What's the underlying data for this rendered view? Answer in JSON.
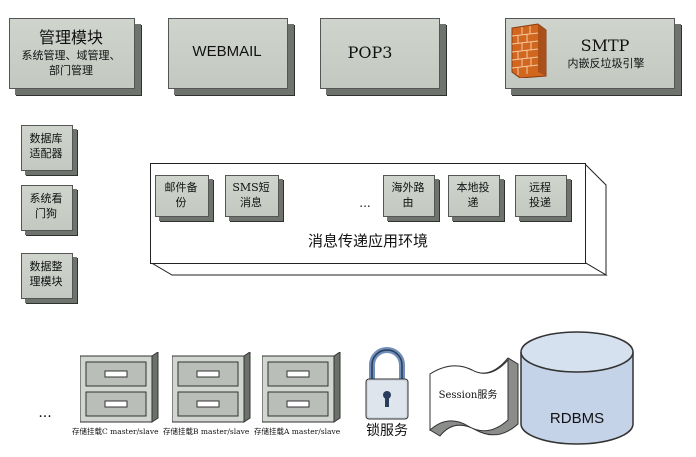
{
  "top_modules": {
    "mgmt": {
      "title": "管理模块",
      "line1": "系统管理、域管理、",
      "line2": "部门管理"
    },
    "webmail": {
      "title": "WEBMAIL"
    },
    "pop3": {
      "title": "POP3"
    },
    "smtp": {
      "title": "SMTP",
      "subtitle": "内嵌反垃圾引擎",
      "icon": "firewall-icon"
    }
  },
  "side_modules": [
    {
      "line1": "数据库",
      "line2": "适配器"
    },
    {
      "line1": "系统看",
      "line2": "门狗"
    },
    {
      "line1": "数据整",
      "line2": "理模块"
    }
  ],
  "env": {
    "title": "消息传递应用环境",
    "ellipsis": "...",
    "modules": [
      {
        "line1": "邮件备",
        "line2": "份"
      },
      {
        "line1": "SMS短",
        "line2": "消息"
      },
      {
        "line1": "海外路",
        "line2": "由"
      },
      {
        "line1": "本地投",
        "line2": "递"
      },
      {
        "line1": "远程",
        "line2": "投递"
      }
    ]
  },
  "storage": {
    "ellipsis": "...",
    "units": [
      {
        "label": "存储挂载C master/slave"
      },
      {
        "label": "存储挂载B master/slave"
      },
      {
        "label": "存储挂载A master/slave"
      }
    ]
  },
  "lock": {
    "label": "锁服务"
  },
  "session": {
    "label": "Session服务"
  },
  "rdbms": {
    "label": "RDBMS"
  },
  "colors": {
    "box_face": "#c7cdc5",
    "box_shadow": "#6f736e",
    "brick": "#e07a3c"
  }
}
